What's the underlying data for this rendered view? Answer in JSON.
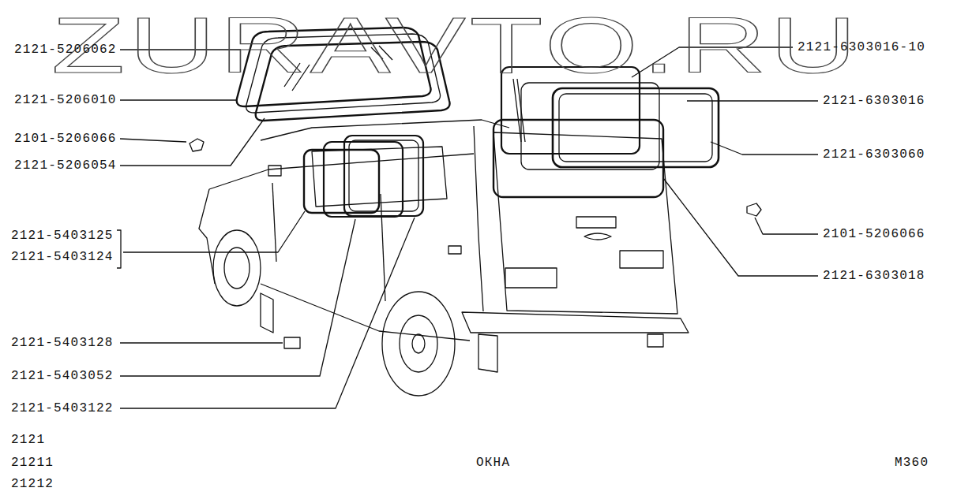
{
  "diagram": {
    "labels": [
      "ZURAVTO.RU",
      "2121-5206062",
      "2121-5206010",
      "2101-5206066",
      "2121-5206054",
      "2121-5403125",
      "2121-5403124",
      "2121-5403128",
      "2121-5403052",
      "2121-5403122",
      "2121-6303016-10",
      "2121-6303016",
      "2121-6303060",
      "2101-5206066",
      "2121-6303018",
      "2121",
      "21211",
      "21212",
      "ОКНА",
      "М360"
    ]
  }
}
